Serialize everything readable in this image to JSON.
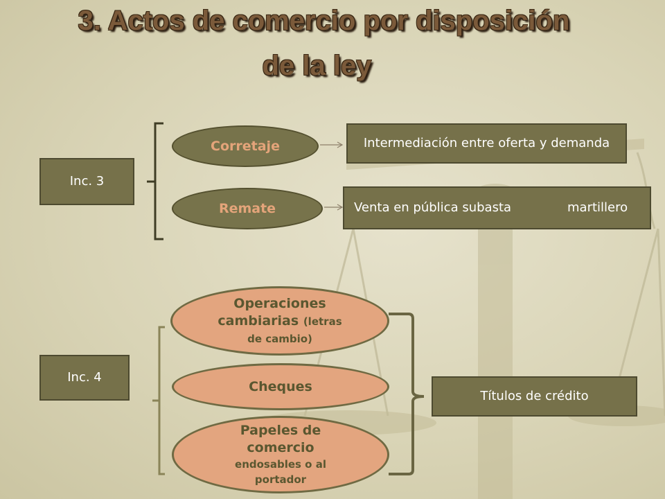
{
  "title": {
    "line1": "3. Actos de comercio por disposición",
    "line2": "de la ley"
  },
  "inc3": {
    "label": "Inc. 3",
    "corretaje": "Corretaje",
    "remate": "Remate",
    "corretaje_desc": "Intermediación entre oferta y demanda",
    "remate_desc": "Venta en pública subasta",
    "remate_extra": "martillero"
  },
  "inc4": {
    "label": "Inc. 4",
    "op_main": "Operaciones cambiarias",
    "op_sub": "(letras de cambio)",
    "cheques": "Cheques",
    "papeles_main": "Papeles de comercio",
    "papeles_sub": "endosables o al portador",
    "titulos": "Títulos de crédito"
  },
  "colors": {
    "box_fill": "#76714a",
    "oval_salmon": "#e3a57f",
    "title": "#7b5a3a"
  },
  "icons": [
    "scale-of-justice-icon",
    "arrow-right-icon"
  ]
}
